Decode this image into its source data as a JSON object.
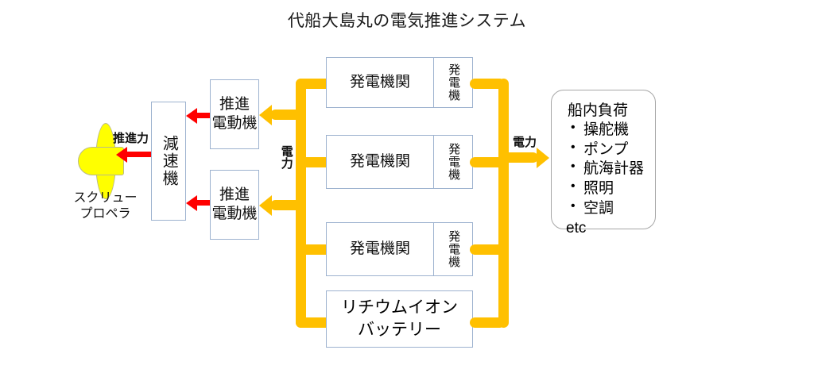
{
  "title": "代船大島丸の電気推進システム",
  "colors": {
    "power_bus": "#FFC000",
    "thrust_arrow": "#FF0000",
    "propeller": "#FFFF00",
    "box_border": "#9db2cf",
    "load_border": "#a6a6a6"
  },
  "propeller": {
    "caption_line1": "スクリュー",
    "caption_line2": "プロペラ",
    "thrust_label": "推進力"
  },
  "reduction_gear": {
    "label": "減速機"
  },
  "motors": [
    {
      "label_line1": "推進",
      "label_line2": "電動機"
    },
    {
      "label_line1": "推進",
      "label_line2": "電動機"
    }
  ],
  "generators": [
    {
      "engine_label": "発電機関",
      "generator_label": "発電機"
    },
    {
      "engine_label": "発電機関",
      "generator_label": "発電機"
    },
    {
      "engine_label": "発電機関",
      "generator_label": "発電機"
    }
  ],
  "battery": {
    "label_line1": "リチウムイオン",
    "label_line2": "バッテリー"
  },
  "power_labels": {
    "left_bus": "電力",
    "right_bus": "電力"
  },
  "ship_load": {
    "heading": "船内負荷",
    "items": [
      "操舵機",
      "ポンプ",
      "航海計器",
      "照明",
      "空調"
    ],
    "footer": "etc"
  }
}
